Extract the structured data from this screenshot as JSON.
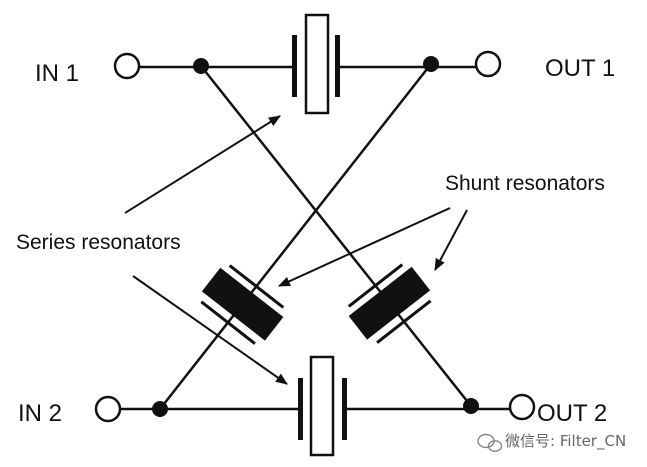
{
  "labels": {
    "in1": "IN 1",
    "out1": "OUT 1",
    "in2": "IN 2",
    "out2": "OUT 2",
    "series": "Series resonators",
    "shunt": "Shunt resonators"
  },
  "watermark": {
    "icon": "wechat-icon",
    "text": "微信号: Filter_CN"
  },
  "colors": {
    "line": "#111111",
    "background": "#ffffff"
  }
}
